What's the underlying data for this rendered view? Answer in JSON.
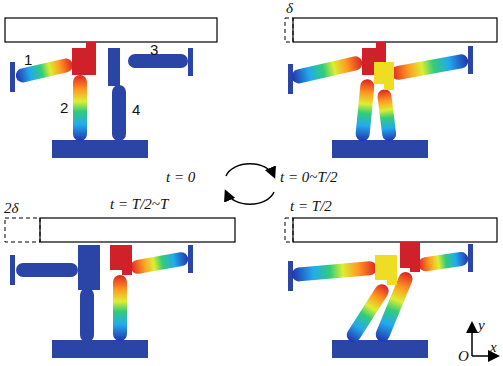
{
  "diagram": {
    "labels": [
      "1",
      "2",
      "3",
      "4",
      "δ",
      "t = 0",
      "t = 0~T/2",
      "t = T/2~T",
      "t = T/2",
      "2δ",
      "y",
      "O",
      "x"
    ]
  }
}
